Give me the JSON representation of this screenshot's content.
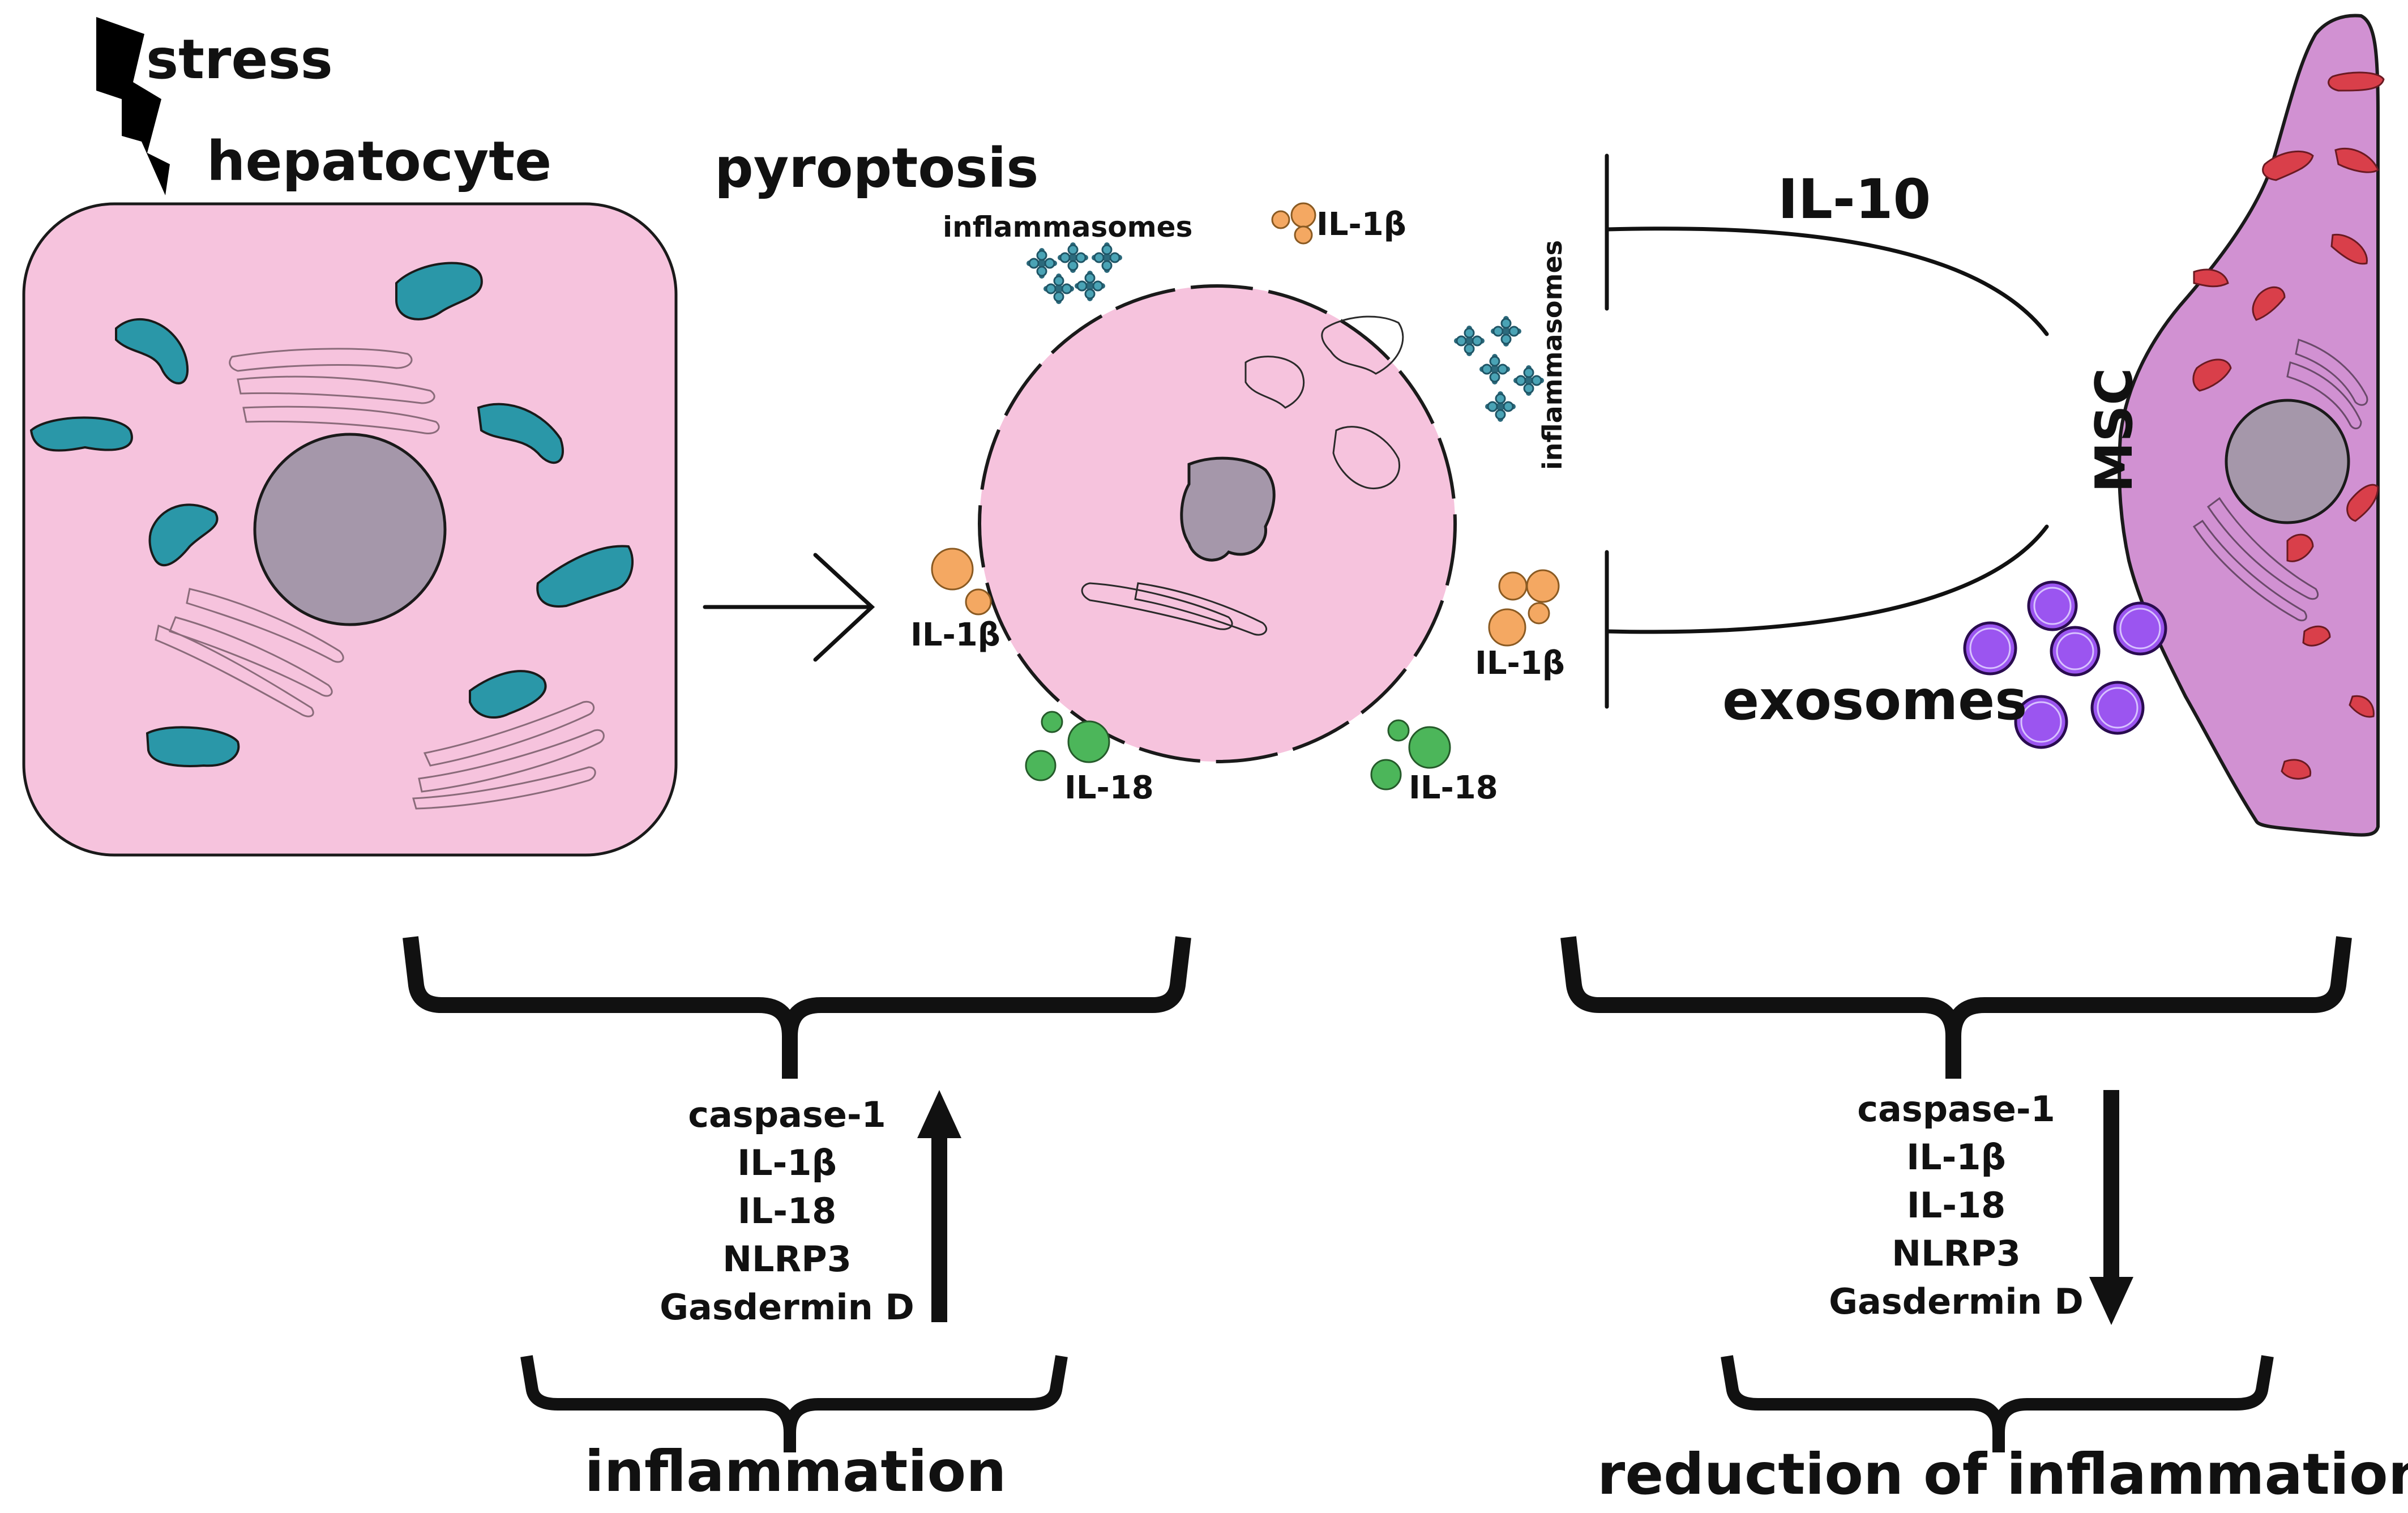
{
  "labels": {
    "stress": "stress",
    "hepatocyte": "hepatocyte",
    "pyroptosis": "pyroptosis",
    "inflammasomes_top": "inflammasomes",
    "inflammasomes_right": "inflammasomes",
    "il1b_top": "IL-1β",
    "il1b_left": "IL-1β",
    "il1b_right": "IL-1β",
    "il18_left": "IL-18",
    "il18_right": "IL-18",
    "il10": "IL-10",
    "msc": "MSC",
    "exosomes": "exosomes"
  },
  "left_panel": {
    "markers": [
      "caspase-1",
      "IL-1β",
      "IL-18",
      "NLRP3",
      "Gasdermin D"
    ],
    "direction": "up",
    "outcome": "inflammation"
  },
  "right_panel": {
    "markers": [
      "caspase-1",
      "IL-1β",
      "IL-18",
      "NLRP3",
      "Gasdermin D"
    ],
    "direction": "down",
    "outcome": "reduction of inflammation"
  },
  "colors": {
    "hepatocyte_fill": "#f6c3dd",
    "nucleus": "#a597aa",
    "mitochondria": "#2a97a8",
    "msc_fill": "#d191d2",
    "msc_organelles": "#d93f4a",
    "exosome": "#9b55f0",
    "il1b": "#f4a862",
    "il18": "#4cb65a",
    "inflammasome": "#3a8396"
  }
}
